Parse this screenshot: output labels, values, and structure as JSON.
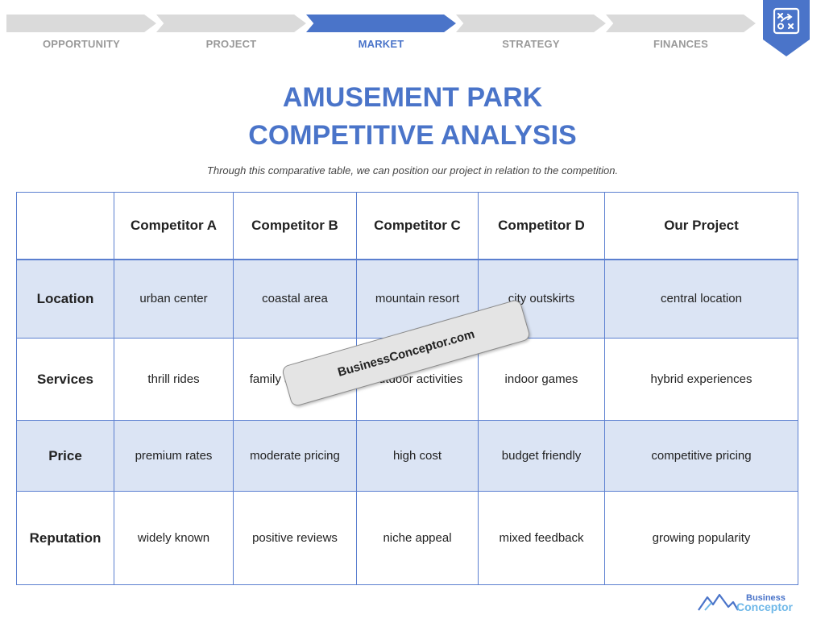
{
  "nav": {
    "steps": [
      {
        "label": "OPPORTUNITY",
        "active": false
      },
      {
        "label": "PROJECT",
        "active": false
      },
      {
        "label": "MARKET",
        "active": true
      },
      {
        "label": "STRATEGY",
        "active": false
      },
      {
        "label": "FINANCES",
        "active": false
      }
    ],
    "badge_icon": "strategy-board-icon"
  },
  "header": {
    "title_line1": "AMUSEMENT PARK",
    "title_line2": "COMPETITIVE ANALYSIS",
    "subtitle": "Through this comparative table, we can position our project in relation to the competition."
  },
  "table": {
    "columns": [
      "",
      "Competitor A",
      "Competitor B",
      "Competitor C",
      "Competitor D",
      "Our Project"
    ],
    "rows": [
      {
        "label": "Location",
        "cells": [
          "urban center",
          "coastal area",
          "mountain resort",
          "city outskirts",
          "central location"
        ]
      },
      {
        "label": "Services",
        "cells": [
          "thrill rides",
          "family attractions",
          "outdoor activities",
          "indoor games",
          "hybrid experiences"
        ]
      },
      {
        "label": "Price",
        "cells": [
          "premium rates",
          "moderate pricing",
          "high cost",
          "budget friendly",
          "competitive pricing"
        ]
      },
      {
        "label": "Reputation",
        "cells": [
          "widely known",
          "positive reviews",
          "niche appeal",
          "mixed feedback",
          "growing popularity"
        ]
      }
    ]
  },
  "watermark": {
    "text": "BusinessConceptor.com"
  },
  "logo": {
    "line1": "Business",
    "line2": "Conceptor"
  },
  "colors": {
    "accent": "#4a74c9",
    "row_shade": "#dbe4f4",
    "inactive_step": "#dadada"
  }
}
